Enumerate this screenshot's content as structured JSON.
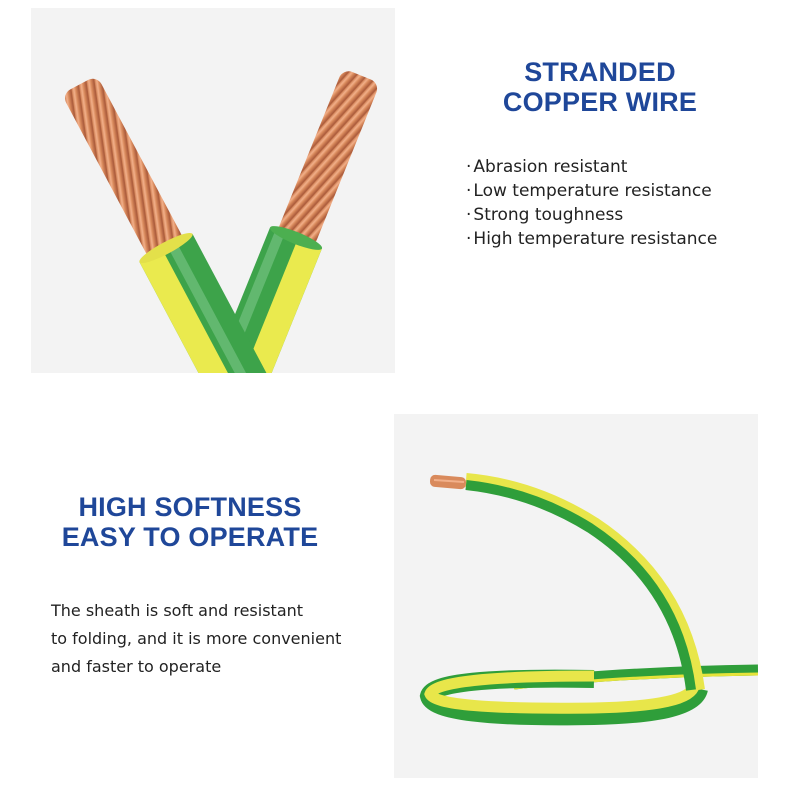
{
  "section_top": {
    "title_line1": "STRANDED",
    "title_line2": "COPPER WIRE",
    "bullet": "·",
    "features": [
      "Abrasion resistant",
      "Low temperature resistance",
      "Strong toughness",
      "High temperature resistance"
    ],
    "image": "crossed-stranded-copper-wires-image"
  },
  "section_bottom": {
    "title_line1": "HIGH SOFTNESS",
    "title_line2": "EASY TO OPERATE",
    "description_lines": [
      "The sheath is soft and resistant",
      "to folding, and it is more convenient",
      "and faster to operate"
    ],
    "image": "coiled-flexible-wire-image"
  },
  "colors": {
    "heading_blue": "#1f4799",
    "body_text": "#222222",
    "panel_bg": "#f3f3f3",
    "wire_green": "#2f9e3a",
    "wire_yellow": "#e6e33a",
    "copper": "#d98a5c"
  }
}
